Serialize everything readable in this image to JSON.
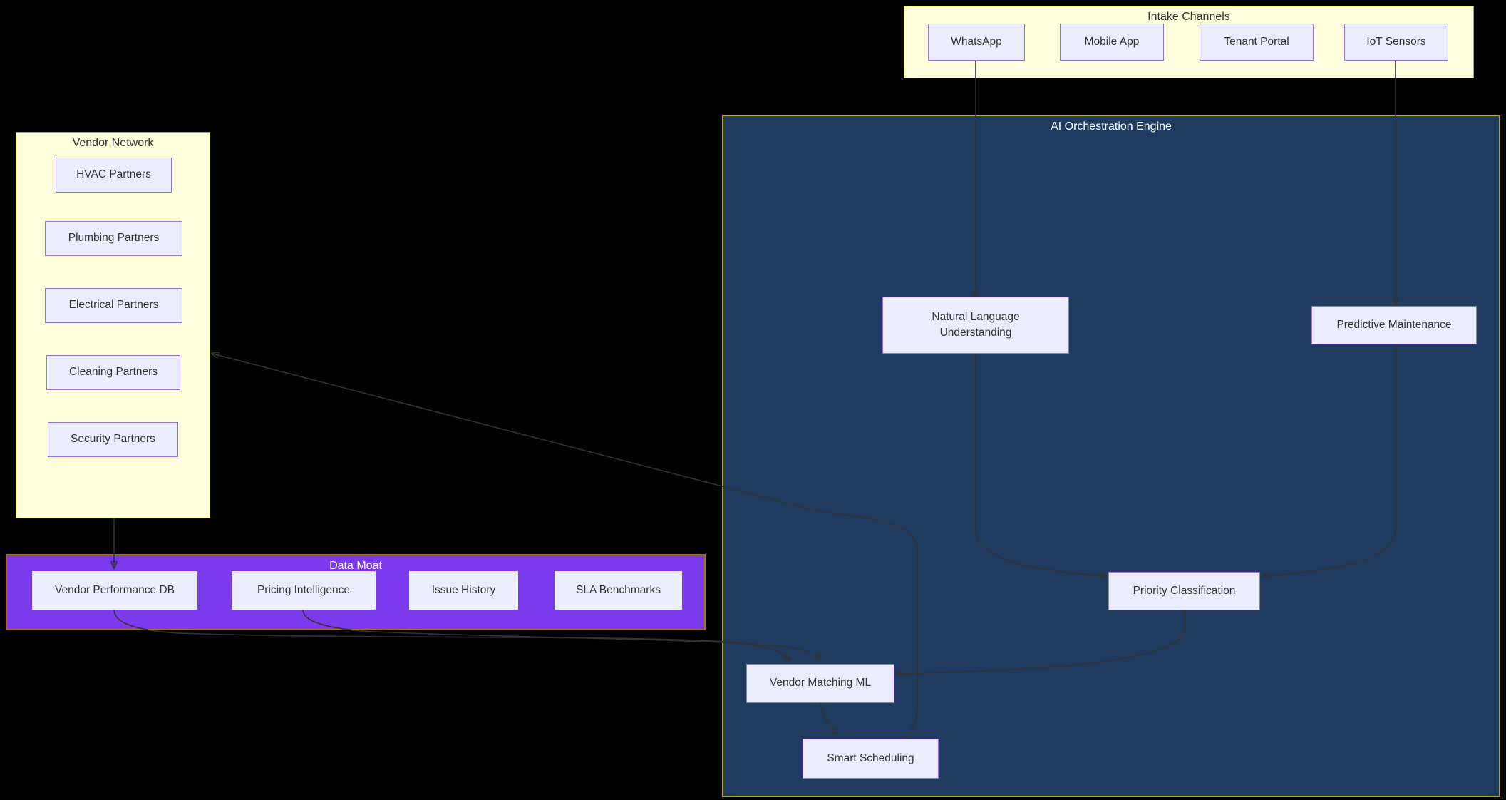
{
  "diagram": {
    "type": "flowchart",
    "background": "#000000",
    "clusters": {
      "intake": {
        "title": "Intake Channels"
      },
      "vendor_network": {
        "title": "Vendor Network"
      },
      "data_moat": {
        "title": "Data Moat"
      },
      "ai_engine": {
        "title": "AI Orchestration Engine"
      }
    },
    "nodes": {
      "whatsapp": {
        "label": "WhatsApp"
      },
      "mobile_app": {
        "label": "Mobile App"
      },
      "tenant_portal": {
        "label": "Tenant Portal"
      },
      "iot_sensors": {
        "label": "IoT Sensors"
      },
      "hvac": {
        "label": "HVAC Partners"
      },
      "plumbing": {
        "label": "Plumbing Partners"
      },
      "electrical": {
        "label": "Electrical Partners"
      },
      "cleaning": {
        "label": "Cleaning Partners"
      },
      "security": {
        "label": "Security Partners"
      },
      "vendor_db": {
        "label": "Vendor Performance DB"
      },
      "pricing": {
        "label": "Pricing Intelligence"
      },
      "issue_history": {
        "label": "Issue History"
      },
      "sla": {
        "label": "SLA Benchmarks"
      },
      "nlu": {
        "label": "Natural Language Understanding"
      },
      "predictive": {
        "label": "Predictive Maintenance"
      },
      "priority": {
        "label": "Priority Classification"
      },
      "vendor_matching": {
        "label": "Vendor Matching ML"
      },
      "smart_scheduling": {
        "label": "Smart Scheduling"
      }
    },
    "edges": [
      {
        "from": "WhatsApp",
        "to": "Natural Language Understanding"
      },
      {
        "from": "IoT Sensors",
        "to": "Predictive Maintenance"
      },
      {
        "from": "Natural Language Understanding",
        "to": "Priority Classification"
      },
      {
        "from": "Predictive Maintenance",
        "to": "Priority Classification"
      },
      {
        "from": "Priority Classification",
        "to": "Vendor Matching ML"
      },
      {
        "from": "Vendor Matching ML",
        "to": "Smart Scheduling"
      },
      {
        "from": "Vendor Performance DB",
        "to": "Vendor Matching ML"
      },
      {
        "from": "Pricing Intelligence",
        "to": "Vendor Matching ML"
      },
      {
        "from": "Vendor Network",
        "to": "Vendor Performance DB"
      },
      {
        "from": "Smart Scheduling",
        "to": "Vendor Network"
      }
    ],
    "colors": {
      "cluster_yellow_fill": "#ffffde",
      "cluster_yellow_stroke": "#aaaa33",
      "data_moat_fill": "#7c3aed",
      "data_moat_stroke": "#aa7700",
      "ai_engine_fill": "#1f3b5f",
      "ai_engine_stroke": "#aaaa33",
      "node_fill": "#ececff",
      "node_stroke": "#9370db",
      "edge_color": "#333333",
      "title_dark": "#333333",
      "title_light": "#ffffff"
    }
  }
}
